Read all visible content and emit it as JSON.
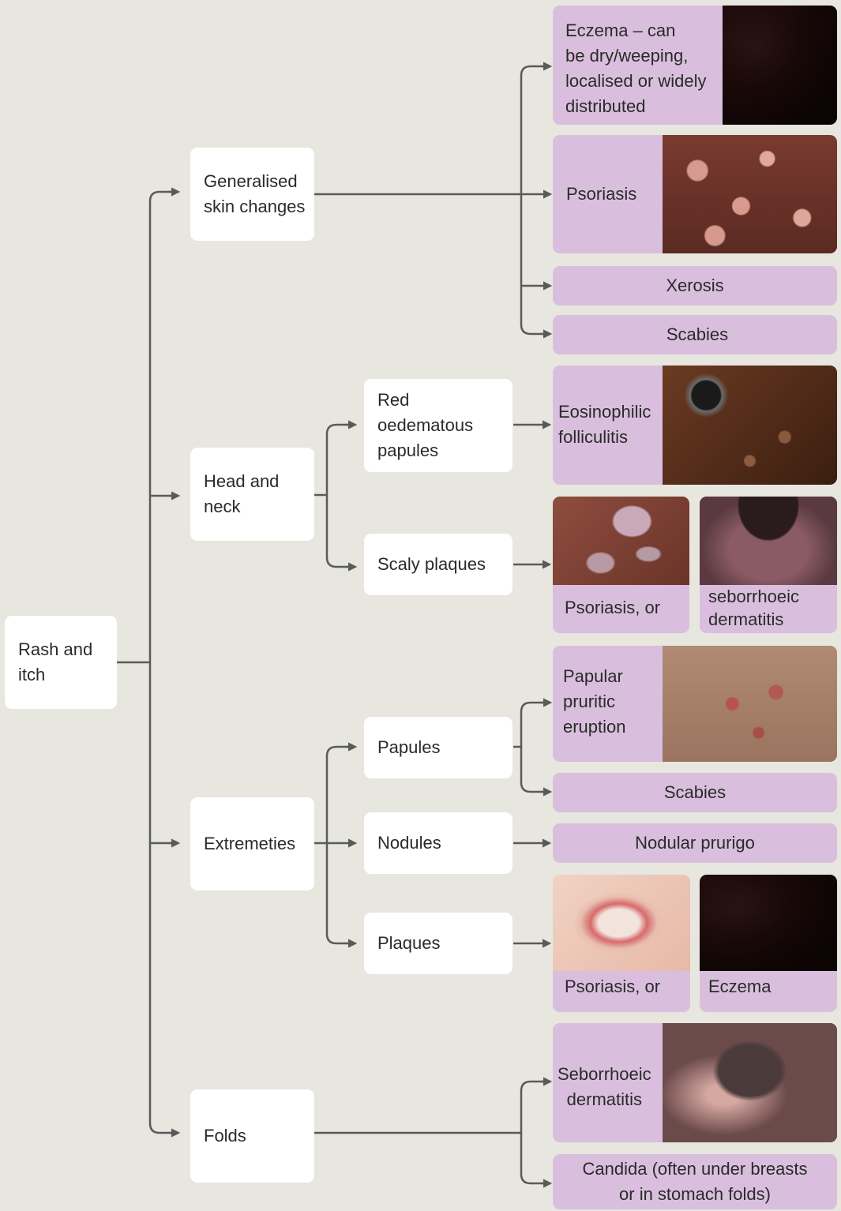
{
  "root": {
    "label": "Rash and\nitch"
  },
  "categories": {
    "generalised": {
      "label": "Generalised\nskin changes"
    },
    "head_neck": {
      "label": "Head and\nneck"
    },
    "extremeties": {
      "label": "Extremeties"
    },
    "folds": {
      "label": "Folds"
    }
  },
  "subcategories": {
    "red_papules": {
      "label": "Red\noedematous\npapules"
    },
    "scaly_plaques": {
      "label": "Scaly plaques"
    },
    "papules": {
      "label": "Papules"
    },
    "nodules": {
      "label": "Nodules"
    },
    "plaques": {
      "label": "Plaques"
    }
  },
  "outcomes": {
    "eczema_general": {
      "label": "Eczema – can\nbe dry/weeping,\nlocalised or widely\ndistributed",
      "photo": "eczema-photo"
    },
    "psoriasis_general": {
      "label": "Psoriasis",
      "photo": "psoriasis-photo"
    },
    "xerosis": {
      "label": "Xerosis"
    },
    "scabies_general": {
      "label": "Scabies"
    },
    "eosinophilic": {
      "label": "Eosinophilic\nfolliculitis",
      "photo": "folliculitis-photo"
    },
    "psoriasis_or_head": {
      "label": "Psoriasis, or",
      "photo": "scaly-plaque-photo"
    },
    "seborrhoeic_head": {
      "label": "seborrhoeic\ndermatitis",
      "photo": "forehead-photo"
    },
    "papular_pruritic": {
      "label": "Papular\npruritic\neruption",
      "photo": "neck-papules-photo"
    },
    "scabies_extremeties": {
      "label": "Scabies"
    },
    "nodular_prurigo": {
      "label": "Nodular prurigo"
    },
    "psoriasis_or_ext": {
      "label": "Psoriasis, or",
      "photo": "plaque-photo"
    },
    "eczema_ext": {
      "label": "Eczema",
      "photo": "eczema-photo"
    },
    "seborrhoeic_folds": {
      "label": "Seborrhoeic\ndermatitis",
      "photo": "scalp-ear-photo"
    },
    "candida": {
      "label": "Candida (often under breasts\nor in stomach folds)"
    }
  },
  "colors": {
    "background": "#e7e6df",
    "node": "#ffffff",
    "leaf": "#d9bfdd",
    "connector": "#5a5a5a"
  }
}
